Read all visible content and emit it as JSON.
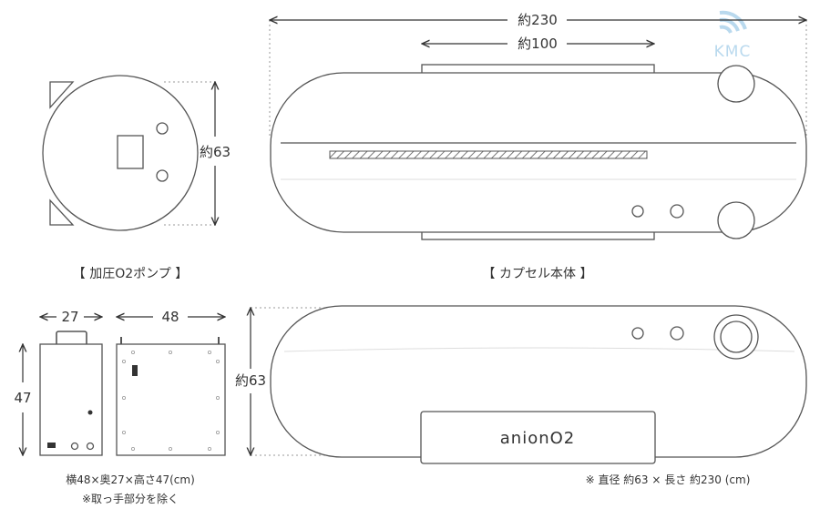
{
  "logo": {
    "text": "KMC",
    "icon": "wifi-signal-icon",
    "color": "#b9d9ee"
  },
  "capsule_top_view": {
    "overall_length_label": "約230",
    "window_length_label": "約100"
  },
  "pump_side_view": {
    "height_label": "約63"
  },
  "captions": {
    "pump": "【 加圧O2ポンプ 】",
    "capsule": "【 カプセル本体 】"
  },
  "pump_front_view": {
    "width_label": "27",
    "height_label": "47"
  },
  "pump_back_view": {
    "width_label": "48"
  },
  "capsule_side_view": {
    "height_label": "約63",
    "brand_label": "anionO2"
  },
  "notes": {
    "pump_dimensions": "横48×奥27×高さ47(cm)",
    "pump_handle_note": "※取っ手部分を除く",
    "capsule_dimensions": "※ 直径 約63 × 長さ 約230 (cm)"
  }
}
